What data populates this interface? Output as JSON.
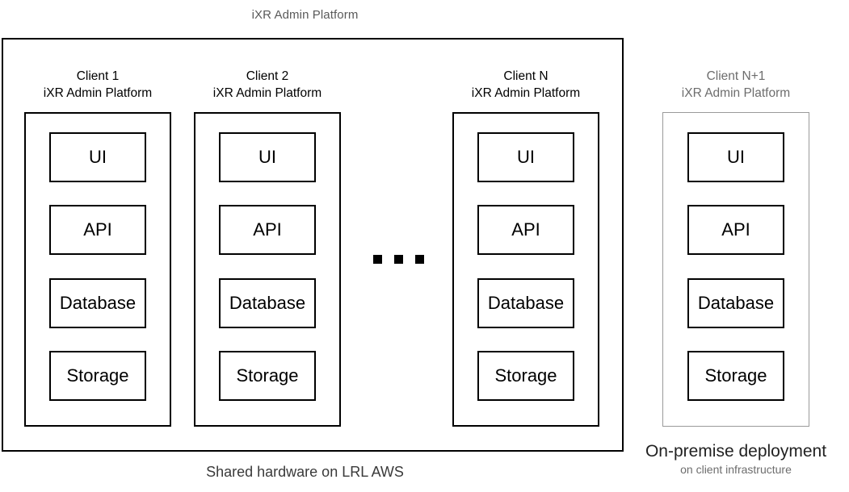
{
  "diagram": {
    "title": "iXR Admin Platform",
    "shared_caption": "Shared hardware on LRL AWS",
    "onprem_caption_primary": "On-premise deployment",
    "onprem_caption_secondary": "on client infrastructure",
    "ellipsis_dots": 3,
    "colors": {
      "stroke_black": "#000000",
      "stroke_gray": "#9a9a9a",
      "text_black": "#000000",
      "text_gray": "#6d6d6d",
      "background": "#ffffff"
    }
  },
  "clients": [
    {
      "name": "Client 1",
      "platform": "iXR Admin Platform",
      "deployment": "shared",
      "services": [
        "UI",
        "API",
        "Database",
        "Storage"
      ]
    },
    {
      "name": "Client 2",
      "platform": "iXR Admin Platform",
      "deployment": "shared",
      "services": [
        "UI",
        "API",
        "Database",
        "Storage"
      ]
    },
    {
      "name": "Client N",
      "platform": "iXR Admin Platform",
      "deployment": "shared",
      "services": [
        "UI",
        "API",
        "Database",
        "Storage"
      ]
    },
    {
      "name": "Client N+1",
      "platform": "iXR Admin Platform",
      "deployment": "on-premise",
      "services": [
        "UI",
        "API",
        "Database",
        "Storage"
      ]
    }
  ]
}
